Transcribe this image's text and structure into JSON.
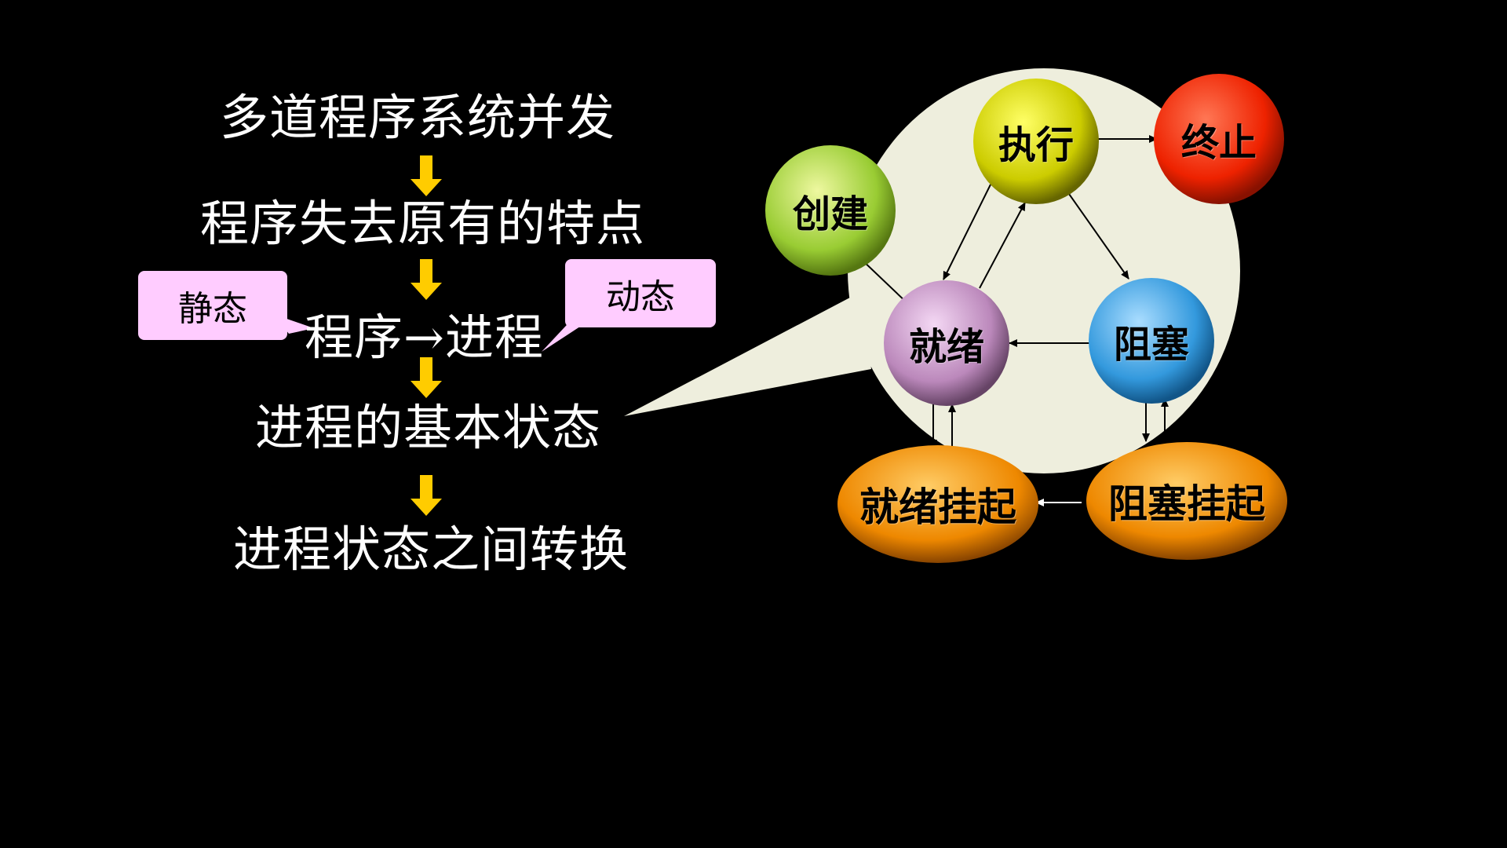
{
  "flow": {
    "step1": "多道程序系统并发",
    "step2": "程序失去原有的特点",
    "step3_left": "程序",
    "step3_arrow": "→",
    "step3_right": "进程",
    "step4": "进程的基本状态",
    "step5": "进程状态之间转换"
  },
  "callouts": {
    "static": "静态",
    "dynamic": "动态"
  },
  "states": {
    "create": "创建",
    "execute": "执行",
    "terminate": "终止",
    "ready": "就绪",
    "blocked": "阻塞",
    "ready_suspended": "就绪挂起",
    "blocked_suspended": "阻塞挂起"
  },
  "colors": {
    "background": "#000000",
    "text": "#ffffff",
    "down_arrow": "#ffcc00",
    "callout": "#ffccff",
    "bubble": "#eeeedd",
    "create": "#99cc33",
    "execute": "#cccc00",
    "terminate": "#ee2200",
    "ready": "#bb88bb",
    "blocked": "#3399dd",
    "suspended": "#ee8800"
  }
}
